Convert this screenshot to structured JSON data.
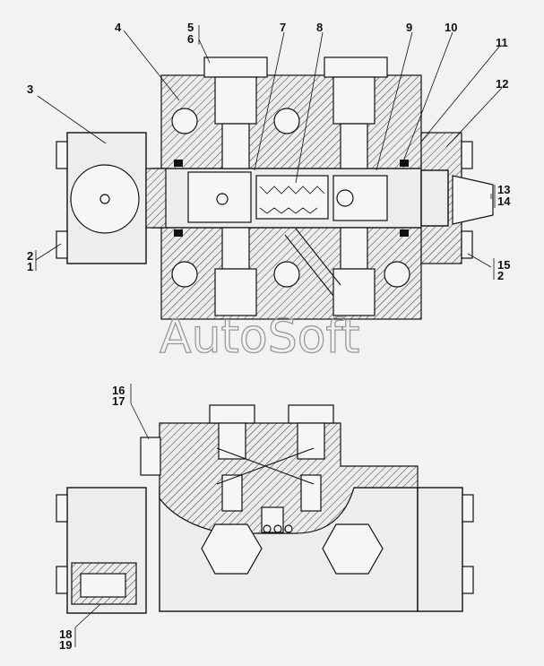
{
  "watermark": "AutoSoft",
  "callouts": {
    "c1": "1",
    "c2": "2",
    "c3": "3",
    "c4": "4",
    "c5": "5",
    "c6": "6",
    "c7": "7",
    "c8": "8",
    "c9": "9",
    "c10": "10",
    "c11": "11",
    "c12": "12",
    "c13": "13",
    "c14": "14",
    "c15": "15",
    "c2b": "2",
    "c16": "16",
    "c17": "17",
    "c18": "18",
    "c19": "19"
  },
  "colors": {
    "ink": "#111111",
    "paper": "#f2f2f2",
    "watermark": "#9a9a9a"
  }
}
